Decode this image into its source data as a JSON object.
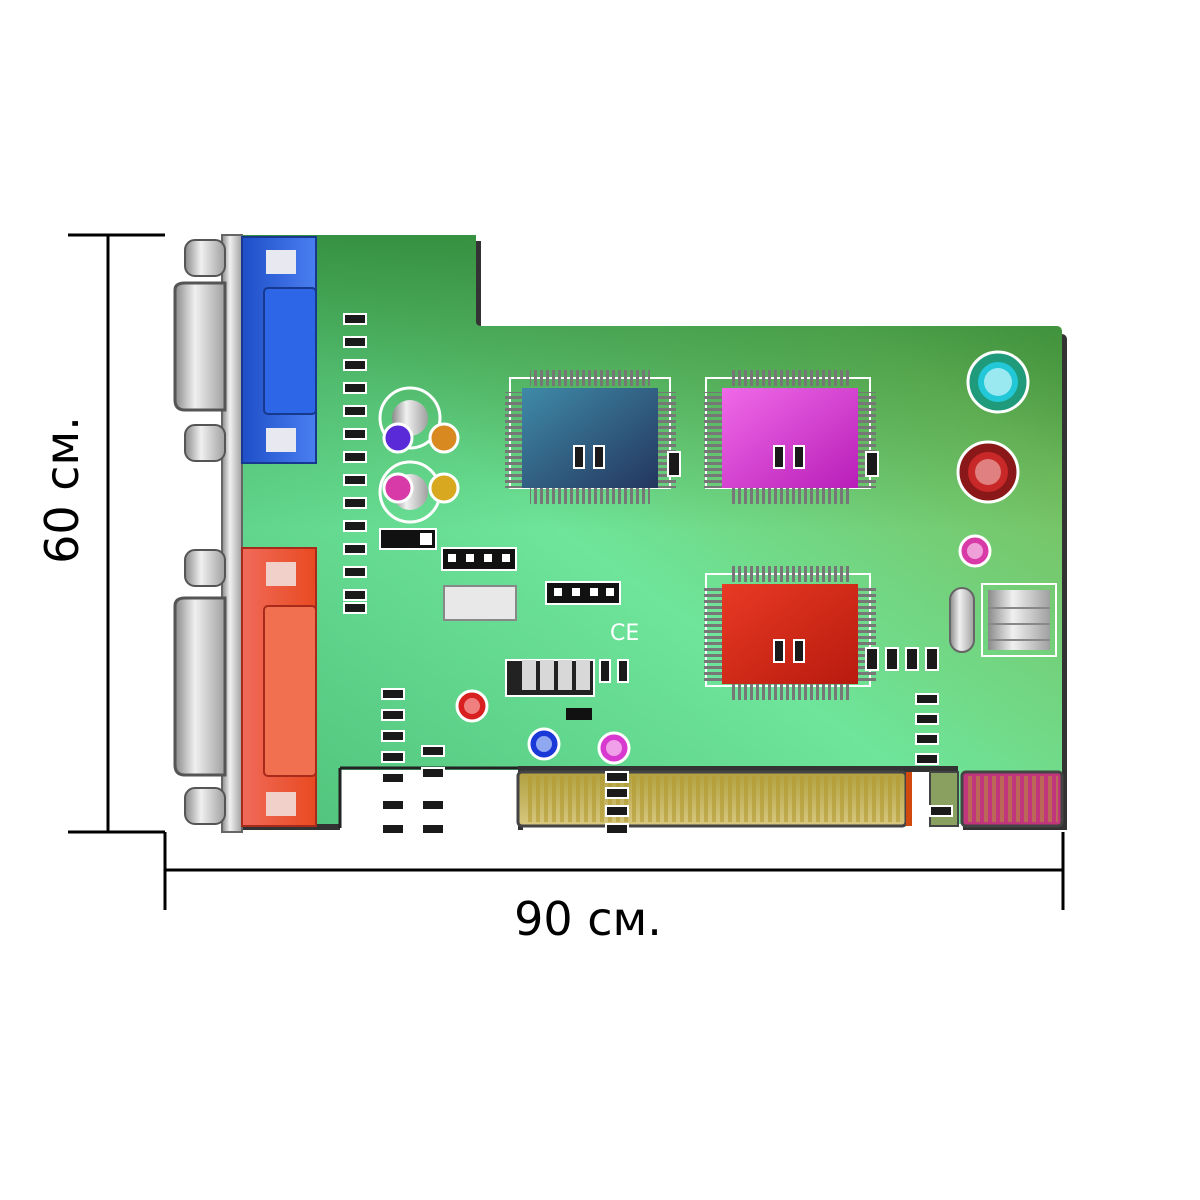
{
  "dimensions": {
    "width_label": "90 см.",
    "height_label": "60 см."
  },
  "board": {
    "marking": "CE"
  },
  "colors": {
    "pcb_light": "#6ee59a",
    "pcb_dark": "#2f8a3a",
    "connector_top": "#2a5cd6",
    "connector_bottom": "#e8503a",
    "chip_blue": "#2f5f8c",
    "chip_magenta": "#e03ad6",
    "chip_red": "#d82a18",
    "edge_gold": "#c8b86a",
    "edge_pink": "#c2367e"
  }
}
